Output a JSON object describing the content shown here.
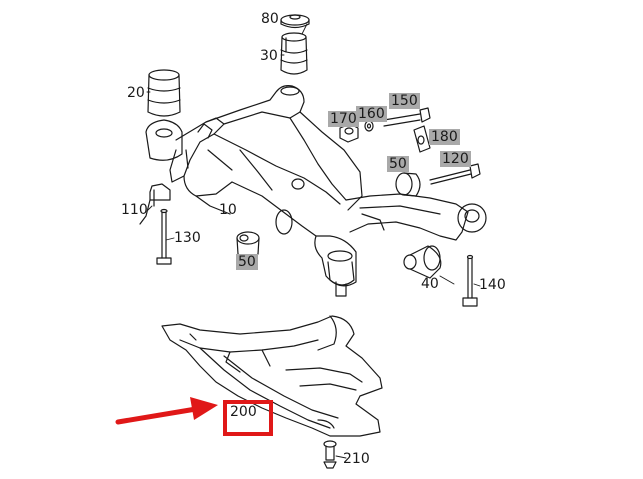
{
  "labels": {
    "l80": "80",
    "l30": "30",
    "l20": "20",
    "l170": "170",
    "l160": "160",
    "l150": "150",
    "l180": "180",
    "l50a": "50",
    "l120": "120",
    "l110": "110",
    "l10": "10",
    "l130": "130",
    "l50b": "50",
    "l40": "40",
    "l140": "140",
    "l200": "200",
    "l210": "210"
  },
  "colors": {
    "highlight": "#a9a9a9",
    "callout": "#e01818",
    "line": "#1a1a1a"
  }
}
